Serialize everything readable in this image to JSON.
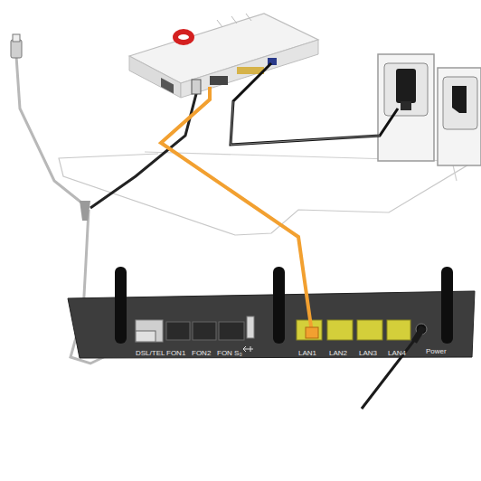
{
  "diagram": {
    "labels": [
      "DSL/TEL",
      "FON1",
      "FON2",
      "FON S₀",
      "LAN1",
      "LAN2",
      "LAN3",
      "LAN4",
      "Power"
    ]
  }
}
